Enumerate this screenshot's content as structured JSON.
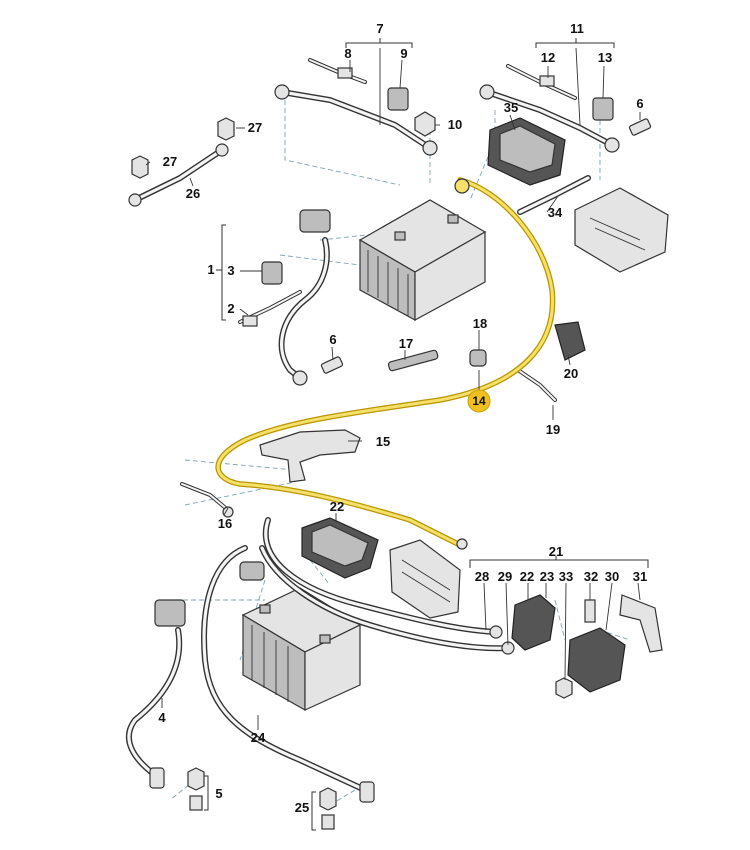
{
  "diagram": {
    "labels": {
      "p1": "1",
      "p2": "2",
      "p3": "3",
      "p4": "4",
      "p5": "5",
      "p6a": "6",
      "p6b": "6",
      "p7": "7",
      "p8": "8",
      "p9": "9",
      "p10": "10",
      "p11": "11",
      "p12": "12",
      "p13": "13",
      "p14": "14",
      "p15": "15",
      "p16": "16",
      "p17": "17",
      "p18": "18",
      "p19": "19",
      "p20": "20",
      "p21": "21",
      "p22a": "22",
      "p22b": "22",
      "p23": "23",
      "p24": "24",
      "p25": "25",
      "p26": "26",
      "p27a": "27",
      "p27b": "27",
      "p28": "28",
      "p29": "29",
      "p30": "30",
      "p31": "31",
      "p32": "32",
      "p33": "33",
      "p34": "34",
      "p35": "35"
    },
    "highlight": {
      "part": "14",
      "color": "#f0c020"
    },
    "cable_color": "#f5e06a"
  }
}
